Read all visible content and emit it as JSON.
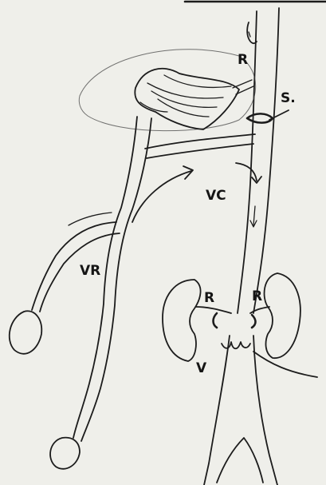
{
  "labels": {
    "r_top": "R",
    "s": "S.",
    "vc": "VC",
    "vr": "VR",
    "r_left": "R",
    "r_right": "R",
    "v_bottom": "V"
  },
  "colors": {
    "paper": "#efefea",
    "ink": "#1c1c1c"
  }
}
